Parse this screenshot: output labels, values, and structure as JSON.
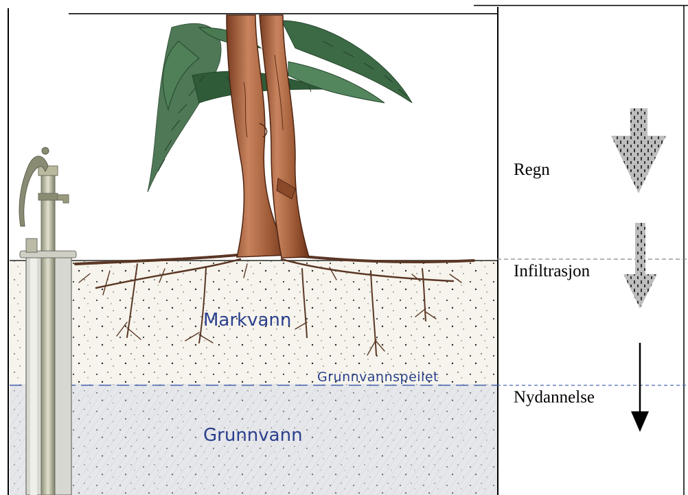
{
  "illustration": {
    "labels": {
      "soil_water": "Markvann",
      "water_table": "Grunnvannspeilet",
      "groundwater": "Grunnvann"
    }
  },
  "legend": {
    "rain": "Regn",
    "infiltration": "Infiltrasjon",
    "recharge": "Nydannelse"
  }
}
